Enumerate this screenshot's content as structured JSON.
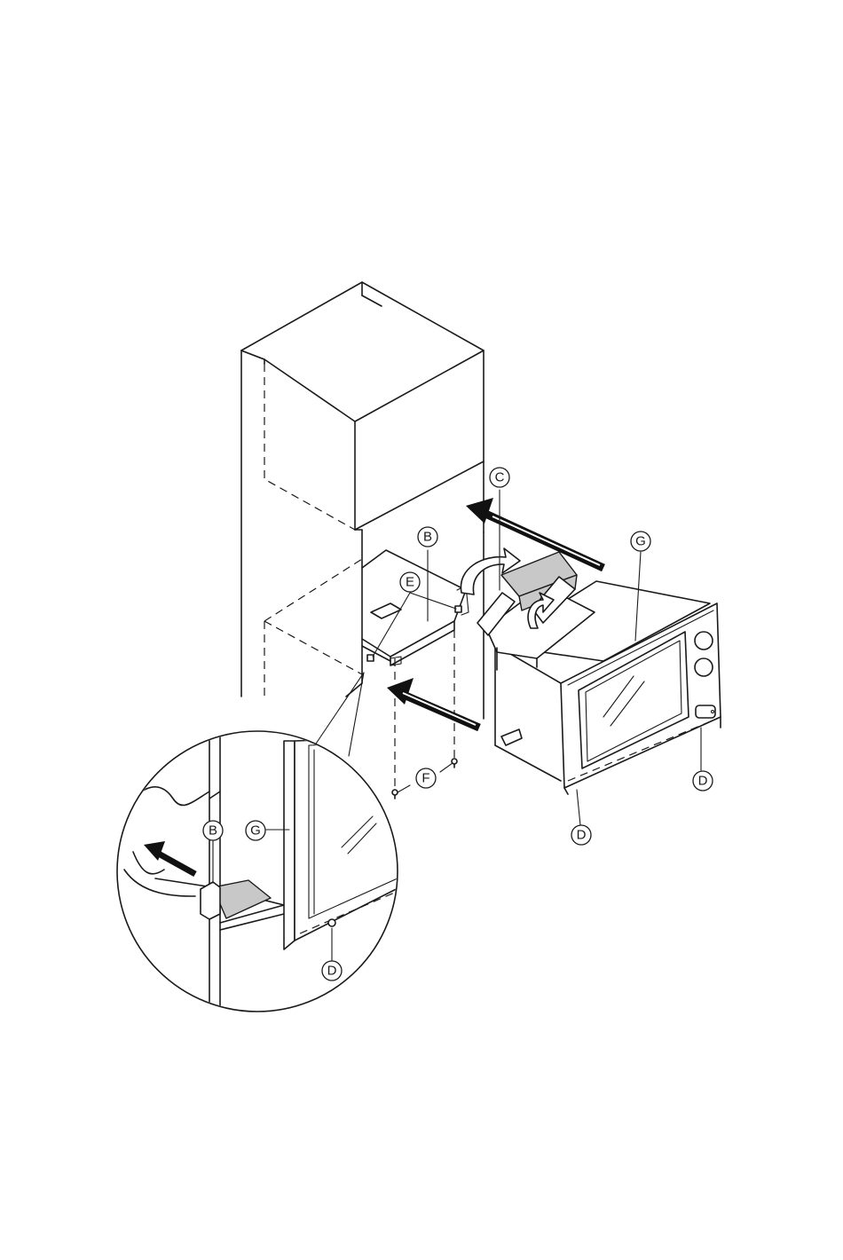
{
  "diagram": {
    "callouts": {
      "b_main": "B",
      "c_main": "C",
      "e_main": "E",
      "f_main": "F",
      "g_main": "G",
      "d_right": "D",
      "d_front": "D",
      "b_detail": "B",
      "g_detail": "G",
      "d_detail": "D"
    }
  }
}
